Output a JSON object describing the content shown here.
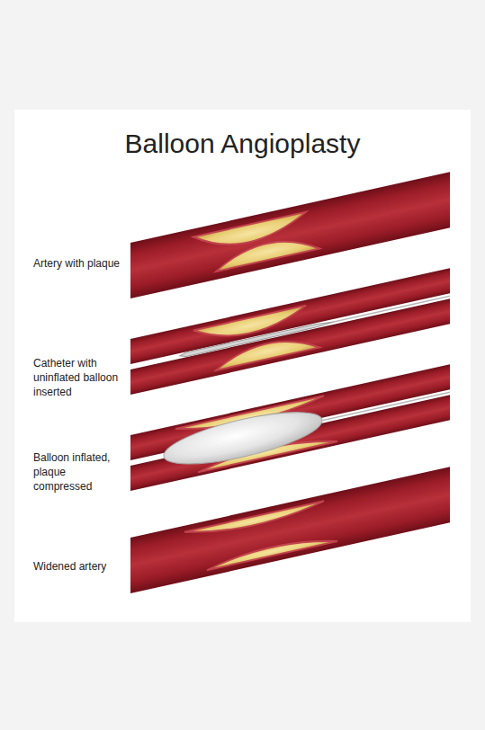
{
  "diagram": {
    "title": "Balloon Angioplasty",
    "labels": [
      "Artery with plaque",
      "Catheter with uninflated balloon inserted",
      "Balloon inflated, plaque compressed",
      "Widened artery"
    ]
  }
}
